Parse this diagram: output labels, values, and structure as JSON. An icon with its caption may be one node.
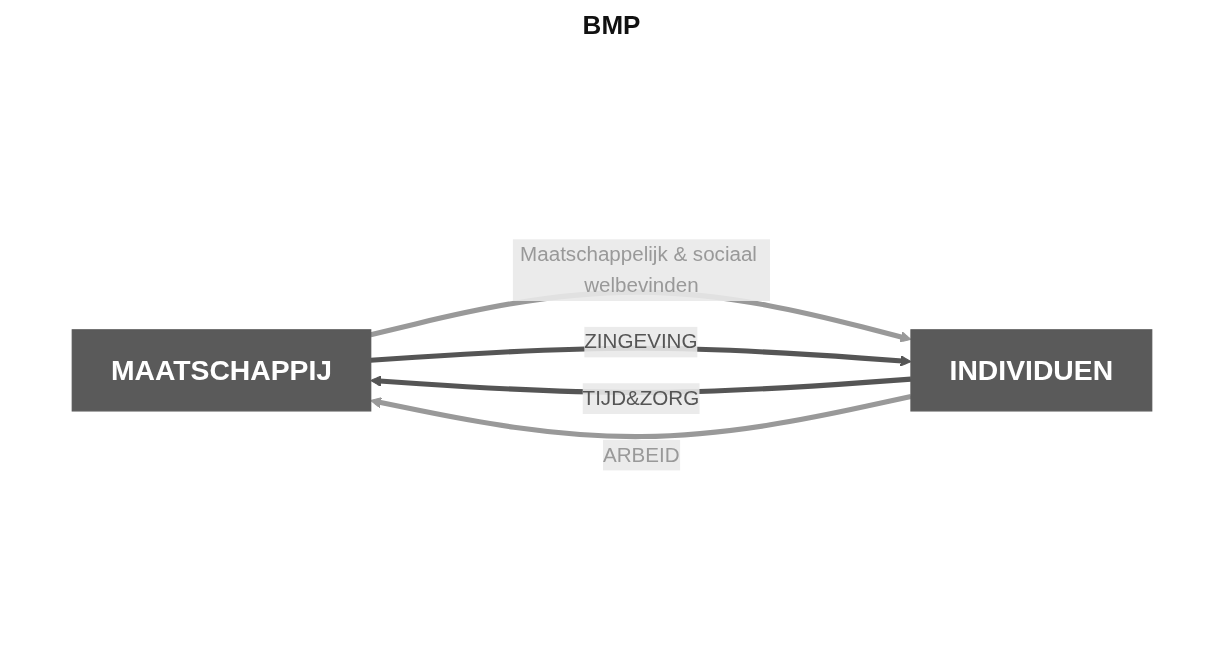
{
  "diagram": {
    "nodes": [
      {
        "text": [
          "MAATSCHAPPIJ"
        ]
      },
      {
        "text": [
          "INDIVIDUEN"
        ]
      }
    ],
    "edges": [
      {
        "from": 0,
        "to": 1,
        "arrow": "to",
        "label": "Maatschappelijk & sociaal welbevinden",
        "color": "#999999"
      },
      {
        "from": 1,
        "to": 0,
        "arrow": "to",
        "label": "TIJD&ZORG",
        "color": "#555555"
      },
      {
        "from": 0,
        "to": 1,
        "arrow": "to",
        "label": "ZINGEVING",
        "color": "#555555"
      },
      {
        "from": 1,
        "to": 0,
        "arrow": "to",
        "label": "ARBEID",
        "color": "#999999"
      }
    ],
    "labels": [
      "BMP"
    ]
  }
}
